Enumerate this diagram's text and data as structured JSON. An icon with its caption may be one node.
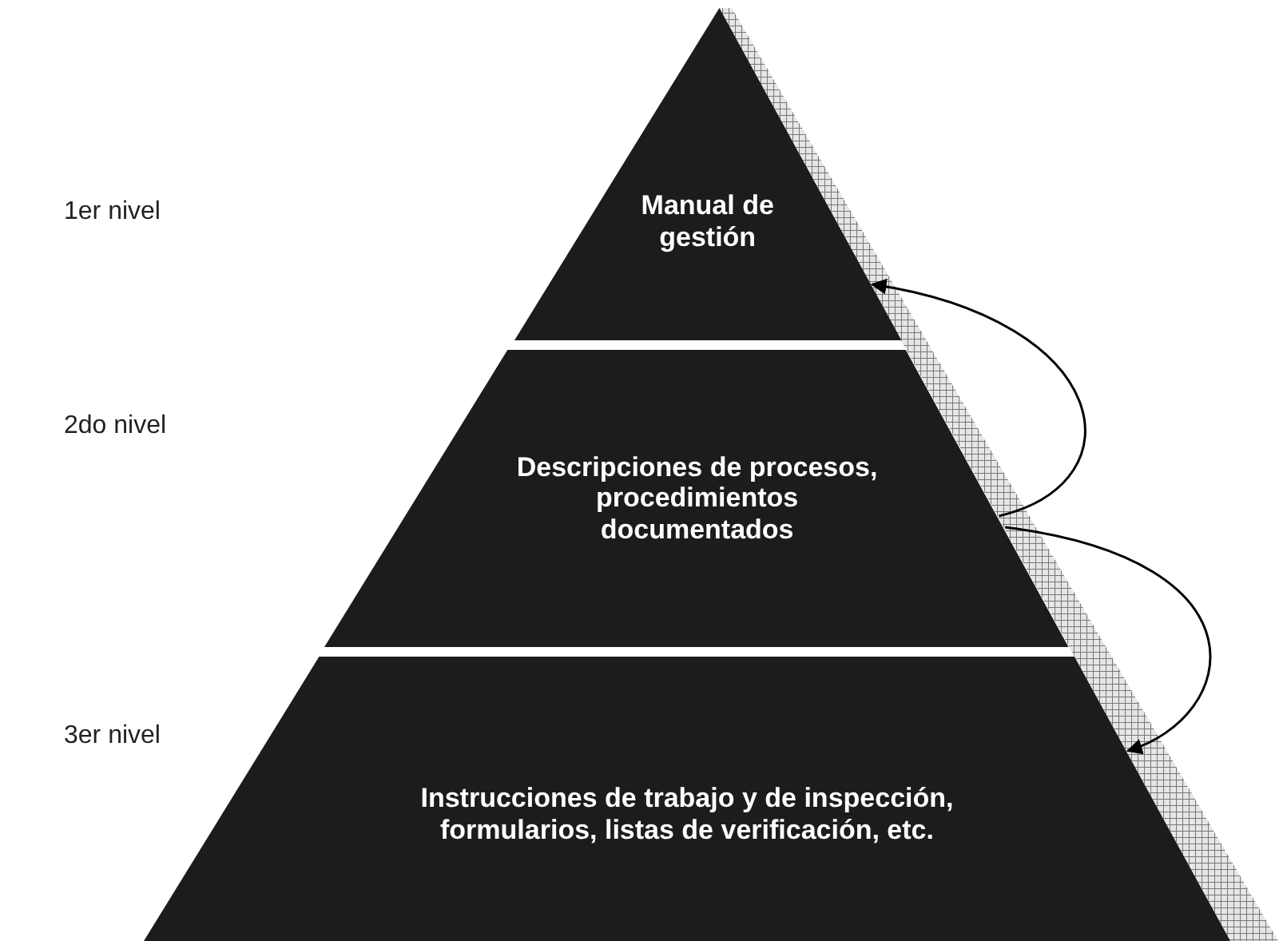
{
  "diagram": {
    "nodes": [
      {
        "text": [
          "Manual de gestión"
        ]
      },
      {
        "text": [
          "Descripciones de procesos, procedimientos documentados"
        ]
      },
      {
        "text": [
          "Instrucciones de trabajo y de inspección, formularios, listas de verificación, etc."
        ]
      }
    ],
    "edges": [
      {
        "from": 1,
        "to": 0,
        "arrow": "to"
      },
      {
        "from": 1,
        "to": 2,
        "arrow": "to"
      }
    ],
    "labels": [
      "1er nivel",
      "2do nivel",
      "3er nivel"
    ]
  }
}
